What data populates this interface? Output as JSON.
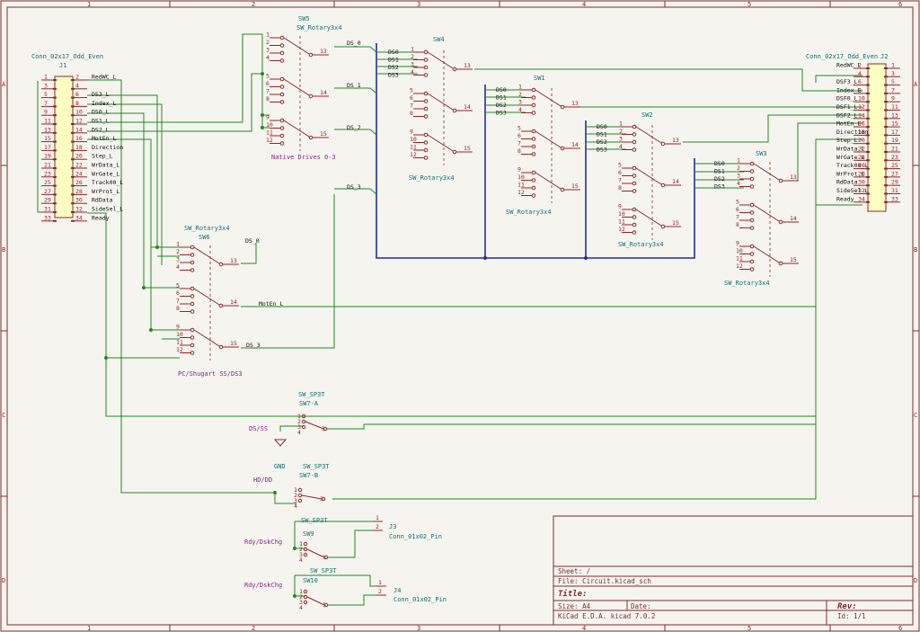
{
  "frame": {
    "col_labels": [
      "1",
      "2",
      "3",
      "4",
      "5",
      "6"
    ],
    "row_labels": [
      "A",
      "B",
      "C",
      "D"
    ]
  },
  "connectors": {
    "j1": {
      "value": "Conn_02x17_Odd_Even",
      "ref": "J1",
      "odd_pins": [
        "1",
        "3",
        "5",
        "7",
        "9",
        "11",
        "13",
        "15",
        "17",
        "19",
        "21",
        "23",
        "25",
        "27",
        "29",
        "31",
        "33"
      ],
      "even_pins": [
        "2",
        "4",
        "6",
        "8",
        "10",
        "12",
        "14",
        "16",
        "18",
        "20",
        "22",
        "24",
        "26",
        "28",
        "30",
        "32",
        "34"
      ],
      "signals": [
        "RedWC_L",
        "",
        "DS3_L",
        "Index_L",
        "DS0_L",
        "DS1_L",
        "DS2_L",
        "MotEn_L",
        "Direction",
        "Step_L",
        "WrData_L",
        "WrGate_L",
        "Track00_L",
        "WrProt_L",
        "RdData",
        "SideSel_L",
        "Ready"
      ]
    },
    "j2": {
      "value": "Conn_02x17_Odd_Even",
      "ref": "J2",
      "left_pins": [
        "2",
        "4",
        "6",
        "8",
        "10",
        "12",
        "14",
        "16",
        "18",
        "20",
        "22",
        "24",
        "26",
        "28",
        "30",
        "32",
        "34"
      ],
      "right_pins": [
        "1",
        "3",
        "5",
        "7",
        "9",
        "11",
        "13",
        "15",
        "17",
        "19",
        "21",
        "23",
        "25",
        "27",
        "29",
        "31",
        "33"
      ],
      "signals": [
        "RedWC_L",
        "",
        "DSF3_L",
        "Index_L",
        "DSF0_L",
        "DSF1_L",
        "DSF2_L",
        "MotEn_L",
        "Direction",
        "Step_L",
        "WrData_L",
        "WrGate_L",
        "Track00_L",
        "WrProt_L",
        "RdData",
        "SideSel_L",
        "Ready"
      ]
    },
    "j3": {
      "ref": "J3",
      "value": "Conn_01x02_Pin",
      "pins": [
        "1",
        "2"
      ]
    },
    "j4": {
      "ref": "J4",
      "value": "Conn_01x02_Pin",
      "pins": [
        "1",
        "2"
      ]
    }
  },
  "rotary_switches": [
    {
      "key": "sw5",
      "ref": "SW5",
      "value": "SW_Rotary3x4",
      "inputs": [
        "",
        "",
        "",
        "",
        "",
        "",
        "",
        "",
        "",
        "",
        "",
        ""
      ],
      "outputs": [
        "13",
        "14",
        "15"
      ]
    },
    {
      "key": "sw4",
      "ref": "SW4",
      "value": "SW_Rotary3x4",
      "inputs": [
        "DS0",
        "DS1",
        "DS2",
        "DS3",
        "",
        "",
        "",
        "",
        "",
        "",
        "",
        ""
      ],
      "outputs": [
        "13",
        "14",
        "15"
      ]
    },
    {
      "key": "sw1",
      "ref": "SW1",
      "value": "SW_Rotary3x4",
      "inputs": [
        "DS0",
        "DS1",
        "DS2",
        "DS3",
        "",
        "",
        "",
        "",
        "",
        "",
        "",
        ""
      ],
      "outputs": [
        "13",
        "14",
        "15"
      ]
    },
    {
      "key": "sw2",
      "ref": "SW2",
      "value": "SW_Rotary3x4",
      "inputs": [
        "DS0",
        "DS1",
        "DS2",
        "DS3",
        "",
        "",
        "",
        "",
        "",
        "",
        "",
        ""
      ],
      "outputs": [
        "13",
        "14",
        "15"
      ]
    },
    {
      "key": "sw3",
      "ref": "SW3",
      "value": "SW_Rotary3x4",
      "inputs": [
        "DS0",
        "DS1",
        "DS2",
        "DS3",
        "",
        "",
        "",
        "",
        "",
        "",
        "",
        ""
      ],
      "outputs": [
        "13",
        "14",
        "15"
      ]
    },
    {
      "key": "sw6",
      "ref": "SW6",
      "value": "SW_Rotary3x4",
      "inputs": [
        "",
        "",
        "",
        "",
        "",
        "",
        "",
        "",
        "",
        "",
        "",
        ""
      ],
      "outputs": [
        "13",
        "14",
        "15"
      ]
    }
  ],
  "pin_numbers": [
    "1",
    "2",
    "3",
    "4",
    "5",
    "6",
    "7",
    "8",
    "9",
    "10",
    "11",
    "12"
  ],
  "spdt_switches": [
    {
      "ref": "SW7-A",
      "value": "SW_SP3T",
      "pins": [
        "1",
        "2",
        "3",
        "4"
      ]
    },
    {
      "ref": "SW7-B",
      "value": "SW_SP3T",
      "pins": [
        "1",
        "2",
        "3",
        "4"
      ]
    },
    {
      "ref": "SW9",
      "value": "SW_SP3T",
      "pins": [
        "1",
        "2",
        "3",
        "4"
      ]
    },
    {
      "ref": "SW10",
      "value": "SW_SP3T",
      "pins": [
        "1",
        "2",
        "3",
        "4"
      ]
    }
  ],
  "net_labels": {
    "ds_0": "DS_0",
    "ds_1": "DS_1",
    "ds_2": "DS_2",
    "ds_3": "DS_3",
    "sw6_ds0": "DS_0",
    "moten": "MotEn_L",
    "sw6_ds3": "DS_3"
  },
  "notes": {
    "native": "Native Drives 0-3",
    "pc": "PC/Shugart SS/DS3",
    "dsss": "DS/SS",
    "hddd": "HD/DD",
    "rdy1": "Rdy/DskChg",
    "rdy2": "Rdy/DskChg",
    "gnd": "GND"
  },
  "title_block": {
    "sheet": "Sheet: /",
    "file": "File: Circuit.kicad_sch",
    "title": "Title:",
    "size": "Size: A4",
    "date": "Date:",
    "rev": "Rev:",
    "kicad": "KiCad E.D.A.  kicad 7.0.2",
    "id": "Id: 1/1"
  }
}
